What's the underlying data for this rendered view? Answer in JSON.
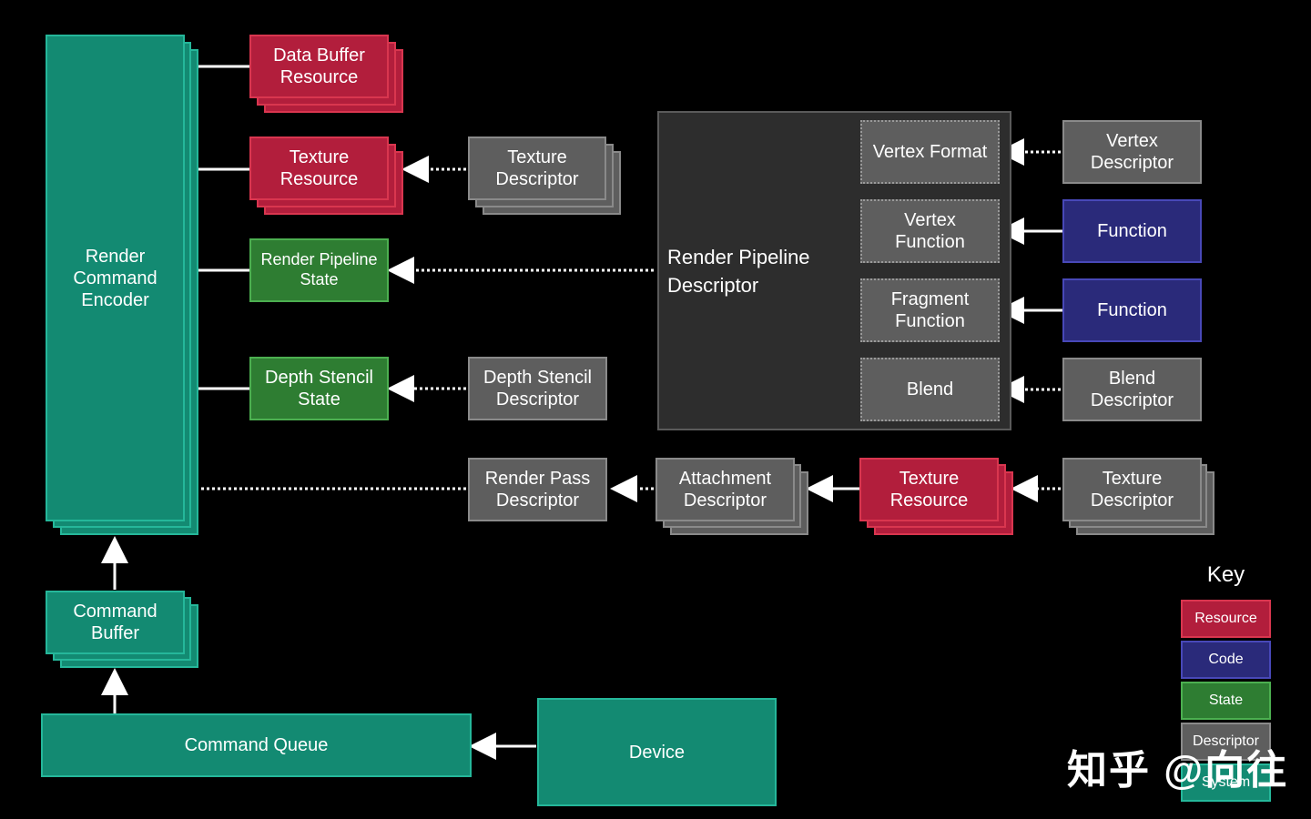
{
  "boxes": {
    "render_command_encoder": [
      "Render",
      "Command",
      "Encoder"
    ],
    "data_buffer_resource": [
      "Data Buffer",
      "Resource"
    ],
    "texture_resource_top": [
      "Texture",
      "Resource"
    ],
    "texture_descriptor_top": [
      "Texture",
      "Descriptor"
    ],
    "render_pipeline_state": [
      "Render Pipeline",
      "State"
    ],
    "depth_stencil_state": [
      "Depth Stencil",
      "State"
    ],
    "depth_stencil_descriptor": [
      "Depth Stencil",
      "Descriptor"
    ],
    "render_pipeline_descriptor": [
      "Render Pipeline",
      "Descriptor"
    ],
    "vertex_format": [
      "Vertex Format"
    ],
    "vertex_function": [
      "Vertex",
      "Function"
    ],
    "fragment_function": [
      "Fragment",
      "Function"
    ],
    "blend": [
      "Blend"
    ],
    "vertex_descriptor": [
      "Vertex",
      "Descriptor"
    ],
    "function_vertex": [
      "Function"
    ],
    "function_fragment": [
      "Function"
    ],
    "blend_descriptor": [
      "Blend",
      "Descriptor"
    ],
    "render_pass_descriptor": [
      "Render Pass",
      "Descriptor"
    ],
    "attachment_descriptor": [
      "Attachment",
      "Descriptor"
    ],
    "texture_resource_bottom": [
      "Texture",
      "Resource"
    ],
    "texture_descriptor_bottom": [
      "Texture",
      "Descriptor"
    ],
    "command_buffer": [
      "Command",
      "Buffer"
    ],
    "command_queue": [
      "Command Queue"
    ],
    "device": [
      "Device"
    ]
  },
  "key": {
    "title": "Key",
    "items": [
      "Resource",
      "Code",
      "State",
      "Descriptor",
      "System"
    ]
  },
  "colors": {
    "resource": "#b21e3c",
    "code": "#2a2a7a",
    "state": "#2e7d32",
    "descriptor": "#5e5e5e",
    "system": "#138a72"
  },
  "watermark": "知乎 @向往"
}
